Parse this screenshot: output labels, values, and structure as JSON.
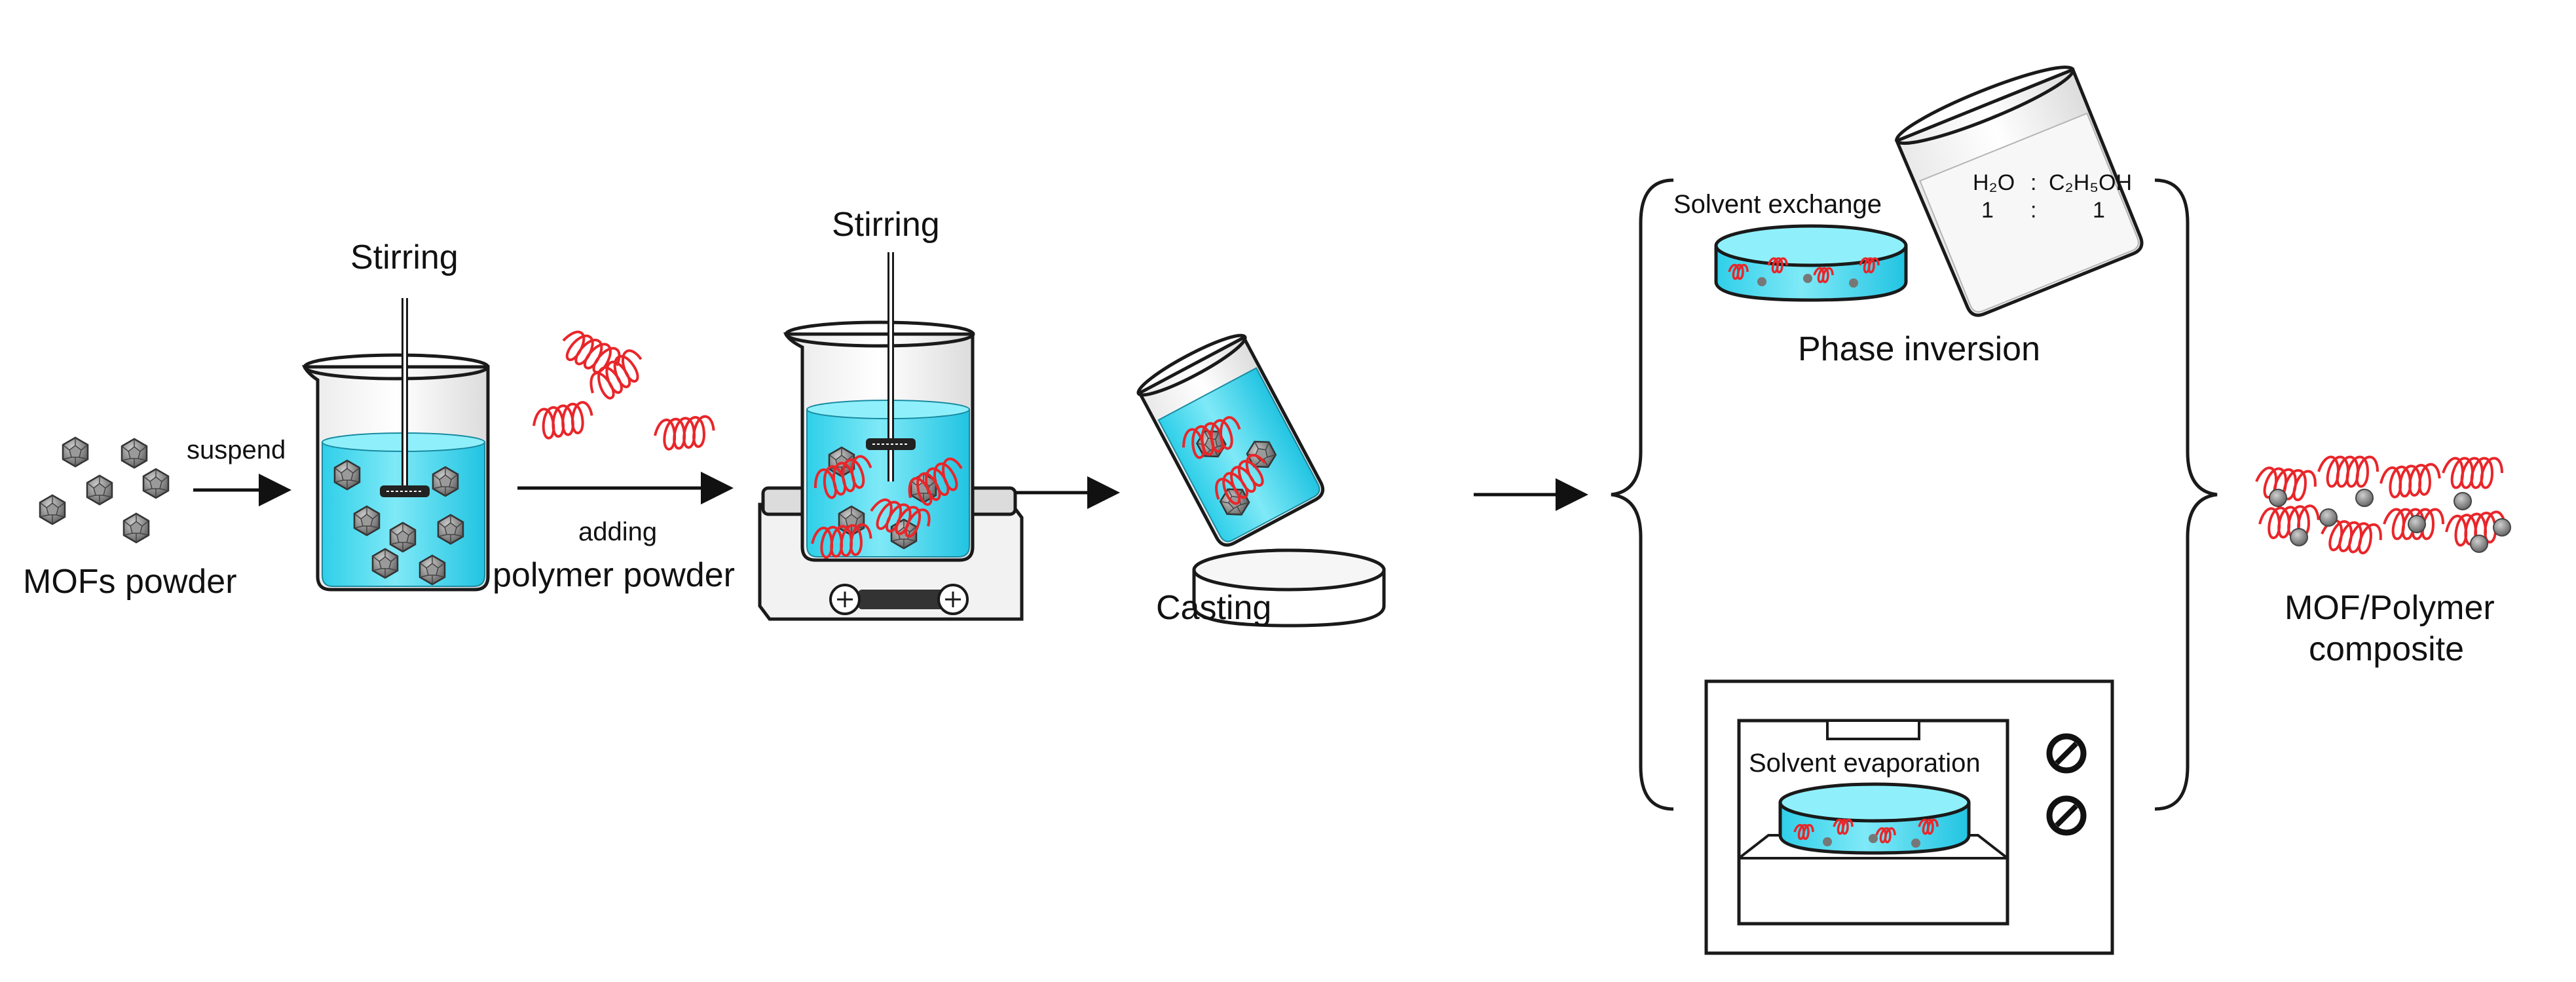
{
  "labels": {
    "mofs_powder": "MOFs powder",
    "suspend": "suspend",
    "stirring_1": "Stirring",
    "adding": "adding",
    "polymer_powder": "polymer powder",
    "stirring_2": "Stirring",
    "casting": "Casting",
    "solvent_exchange": "Solvent exchange",
    "phase_inversion": "Phase inversion",
    "solvent_evaporation": "Solvent evaporation",
    "composite_line1": "MOF/Polymer",
    "composite_line2": "composite"
  },
  "ratio": {
    "left": "H₂O",
    "colon": ":",
    "right": "C₂H₅OH",
    "left_value": "1",
    "right_value": "1"
  },
  "colors": {
    "liquid": "#33d6ef",
    "polymer": "#e8262a",
    "mof": "#8a8a8a",
    "outline": "#1a1a1a"
  }
}
